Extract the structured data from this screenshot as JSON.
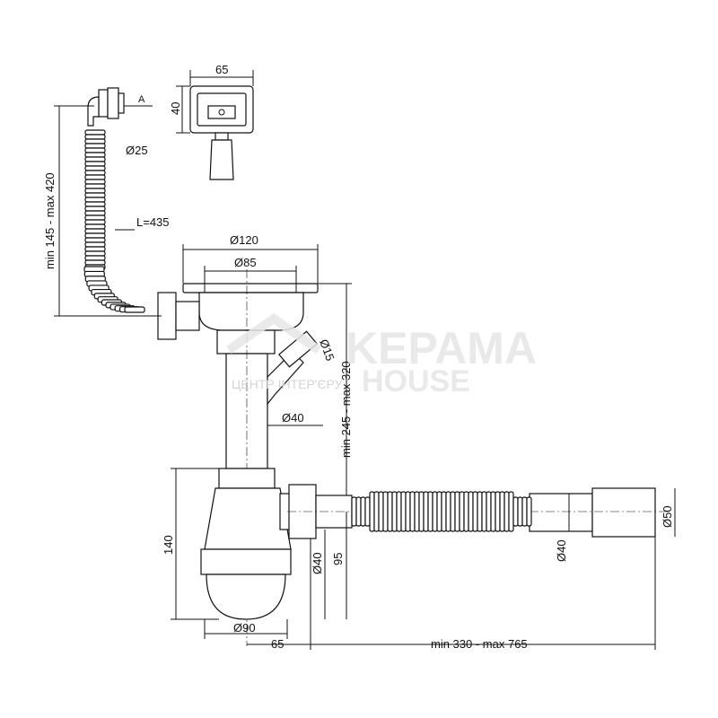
{
  "dimensions": {
    "overflow_width": "65",
    "overflow_height": "40",
    "marker_a": "A",
    "overflow_pipe_dia": "Ø25",
    "overflow_height_range": "min 145 - max 420",
    "hose_length": "L=435",
    "grid_outer_dia": "Ø120",
    "grid_inner_dia": "Ø85",
    "side_inlet_dia": "Ø15",
    "tube_dia": "Ø40",
    "drain_height_range": "min 245 - max 320",
    "trap_height": "140",
    "outlet_dia": "Ø40",
    "outlet_height": "95",
    "hose_dia": "Ø40",
    "end_dia": "Ø50",
    "trap_dia": "Ø90",
    "trap_offset": "65",
    "hose_length_range": "min 330 - max 765"
  },
  "watermark": {
    "brand_line1": "KEPAMA",
    "brand_line2": "HOUSE",
    "tagline": "ЦЕНТР ІНТЕР'ЄРУ"
  }
}
